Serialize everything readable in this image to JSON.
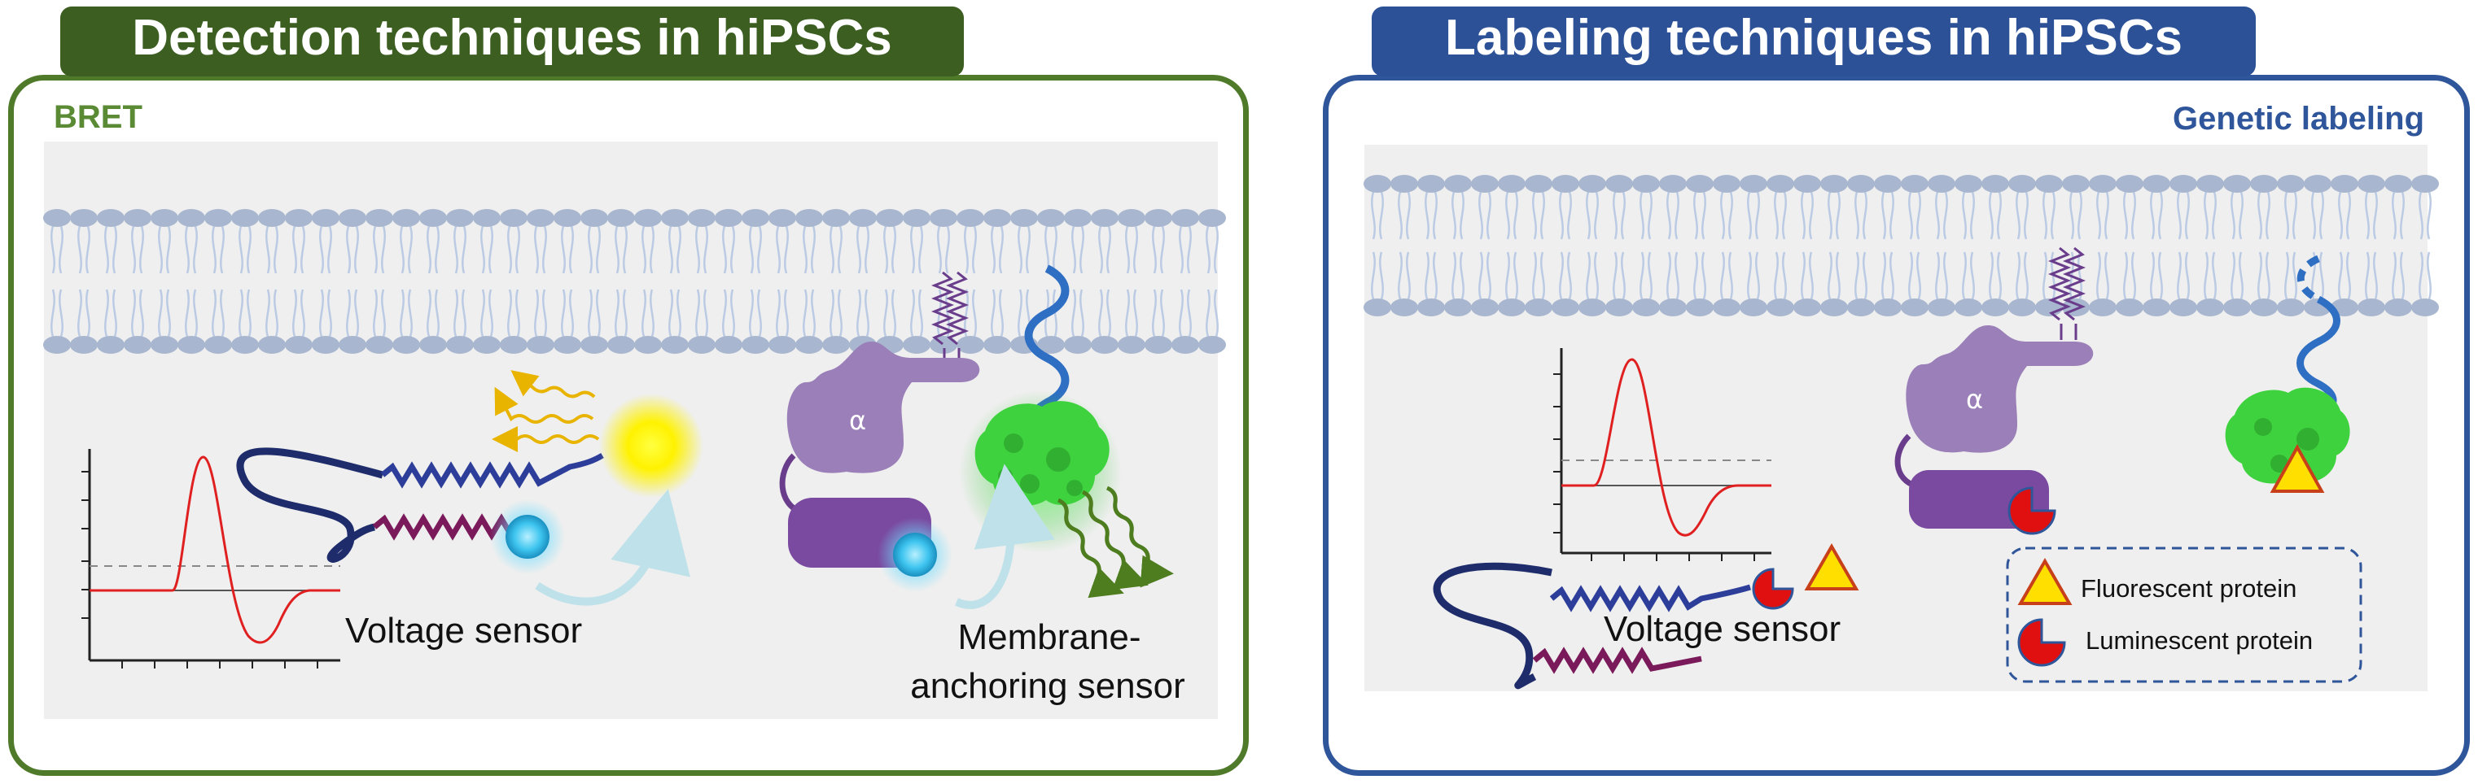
{
  "left": {
    "title": "Detection techniques in hiPSCs",
    "section": "BRET",
    "voltage_label": "Voltage sensor",
    "membrane_label_1": "Membrane-",
    "membrane_label_2": "anchoring sensor",
    "alpha": "α"
  },
  "right": {
    "title": "Labeling techniques in hiPSCs",
    "section": "Genetic labeling",
    "voltage_label": "Voltage sensor",
    "alpha": "α",
    "legend": {
      "fluorescent": "Fluorescent protein",
      "luminescent": "Luminescent protein"
    }
  },
  "colors": {
    "green_border": "#4f7a2a",
    "blue_border": "#2f559a",
    "membrane_head": "#a8b6cf",
    "trace": "#e02020",
    "purple": "#9b7fb8",
    "gfp": "#39c839"
  }
}
